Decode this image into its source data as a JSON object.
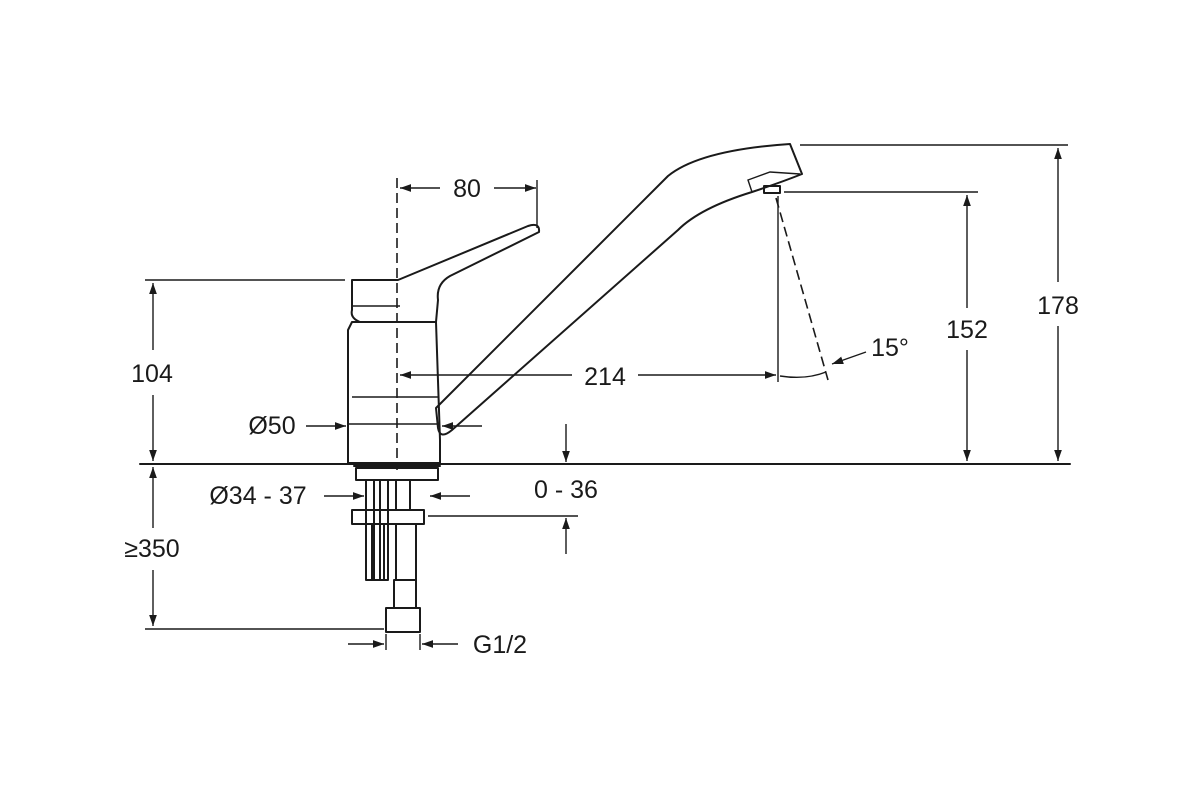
{
  "dimensions": {
    "handle_reach": "80",
    "body_height": "104",
    "body_diameter": "Ø50",
    "spout_reach": "214",
    "swivel_angle": "15°",
    "outlet_height": "152",
    "total_height": "178",
    "hole_diameter": "Ø34 - 37",
    "deck_thickness": "0 - 36",
    "hose_length": "≥350",
    "connection_thread": "G1/2"
  },
  "colors": {
    "line": "#1a1a1a",
    "background": "#ffffff"
  }
}
